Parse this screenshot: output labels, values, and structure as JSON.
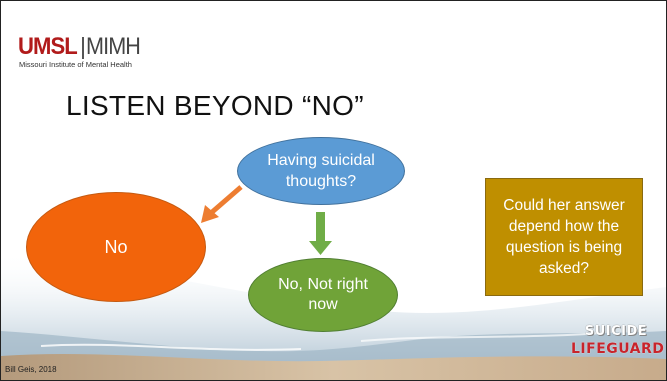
{
  "logo": {
    "brand": "UMSL",
    "unit": "MIMH",
    "subtitle": "Missouri Institute of Mental Health"
  },
  "slide": {
    "title": "LISTEN BEYOND “NO”"
  },
  "flowchart": {
    "question": "Having suicidal thoughts?",
    "answer_no": "No",
    "answer_not_now": "No, Not right now"
  },
  "callout": {
    "text": "Could her answer depend how the question is being asked?"
  },
  "footer": {
    "credit": "Bill Geis, 2018",
    "brand_line1": "SUICIDE",
    "brand_line2": "LIFEGUARD"
  },
  "colors": {
    "question_node": "#5b9bd5",
    "no_node": "#f2640b",
    "not_now_node": "#70a338",
    "callout": "#bf8f00",
    "brand_red": "#b11b1b"
  }
}
